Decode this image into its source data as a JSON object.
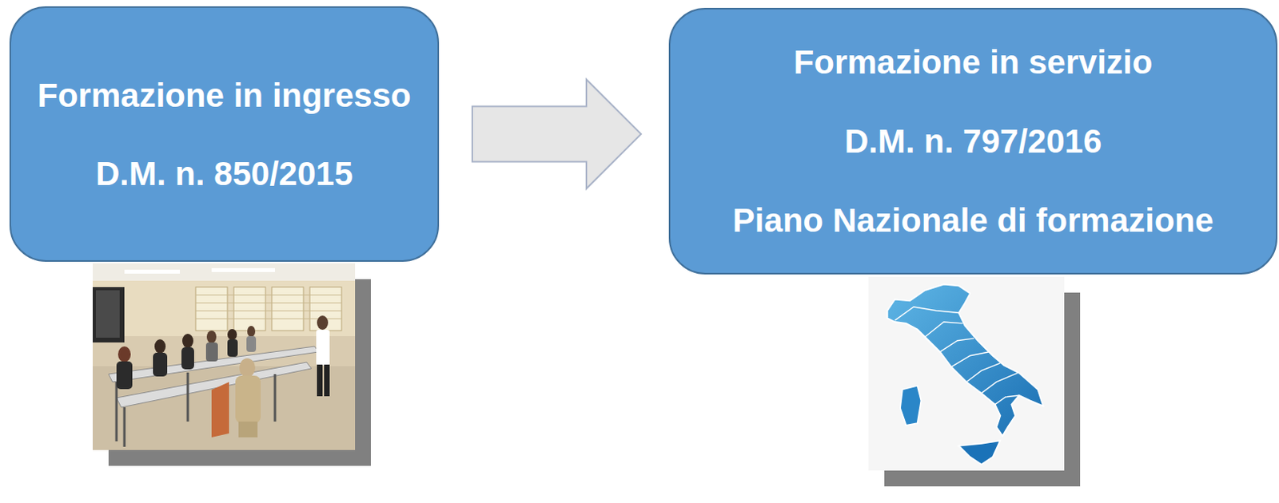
{
  "diagram": {
    "nodes": [
      {
        "text": [
          "Formazione in ingresso",
          "D.M. n. 850/2015"
        ]
      },
      {
        "text": [
          "Formazione in servizio",
          "D.M. n. 797/2016",
          "Piano Nazionale di formazione"
        ]
      }
    ],
    "edges": [
      {
        "from": 0,
        "to": 1,
        "arrow": "to"
      }
    ]
  }
}
